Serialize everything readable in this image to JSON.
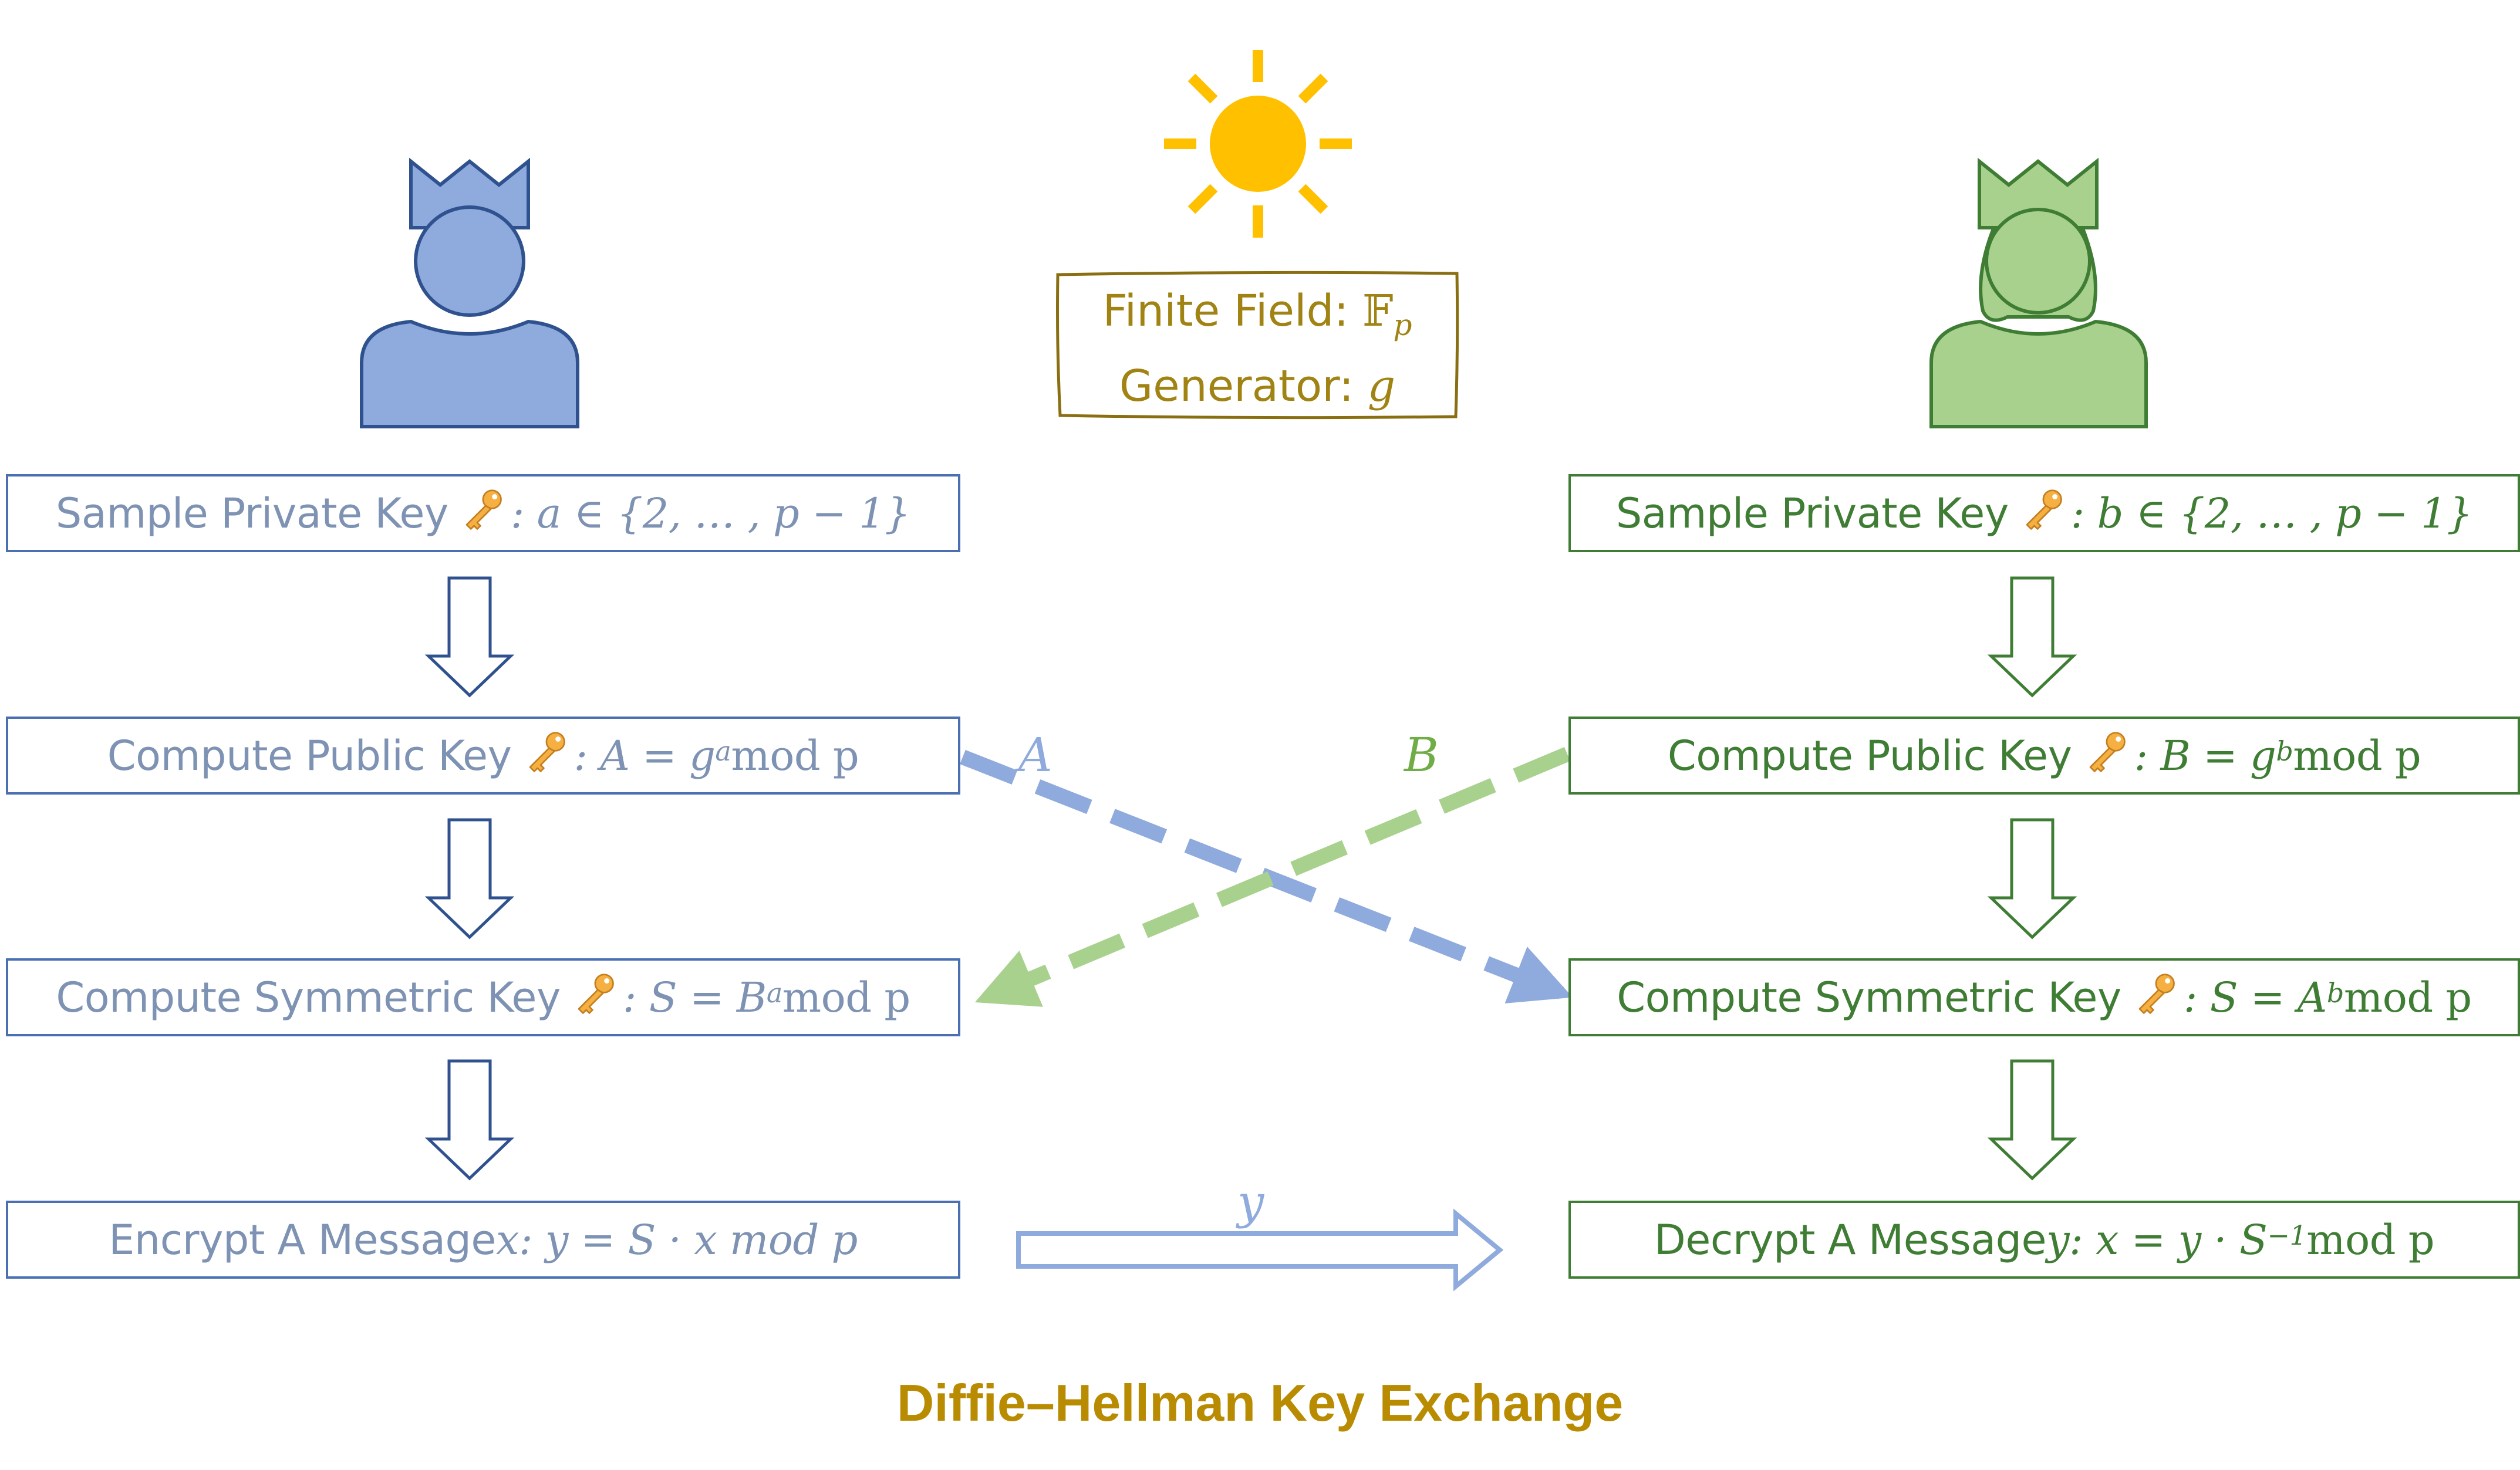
{
  "parameters": {
    "field_prefix": "Finite Field: ",
    "field_symbol": "𝔽",
    "field_sub": "p",
    "generator_prefix": "Generator: ",
    "generator_symbol": "g"
  },
  "alice": {
    "steps": [
      {
        "label": "Sample Private Key",
        "math": ": a ∈ {2, … , p − 1}"
      },
      {
        "label": "Compute Public Key",
        "math_a": ": A = g",
        "sup": "a",
        "math_b": " mod p"
      },
      {
        "label": "Compute Symmetric Key",
        "math_a": ": S = B",
        "sup": "a",
        "math_b": " mod p"
      },
      {
        "label": "Encrypt A Message ",
        "var": "x",
        "math": ": y = S · x  mod p"
      }
    ]
  },
  "bob": {
    "steps": [
      {
        "label": "Sample Private Key",
        "math": ": b ∈ {2, … , p − 1}"
      },
      {
        "label": "Compute Public Key",
        "math_a": ": B = g",
        "sup": "b",
        "math_b": " mod p"
      },
      {
        "label": "Compute Symmetric Key",
        "math_a": ": S = A",
        "sup": "b",
        "math_b": " mod p"
      },
      {
        "label": "Decrypt A Message ",
        "var": "y",
        "math_a": ":  x = y · S",
        "sup": "−1",
        "math_b": " mod p"
      }
    ]
  },
  "exchange_labels": {
    "alice_to_bob": "A",
    "bob_to_alice": "B",
    "message": "y"
  },
  "title": "Diffie–Hellman Key Exchange",
  "colors": {
    "alice_fill": "#8faadc",
    "alice_stroke": "#2f528f",
    "bob_fill": "#a9d18e",
    "bob_stroke": "#3f7d35",
    "sun": "#ffc000",
    "gold_text": "#a08313",
    "title": "#b88b00"
  },
  "icons": [
    "king-avatar-icon",
    "queen-avatar-icon",
    "sun-icon",
    "key-icon"
  ]
}
